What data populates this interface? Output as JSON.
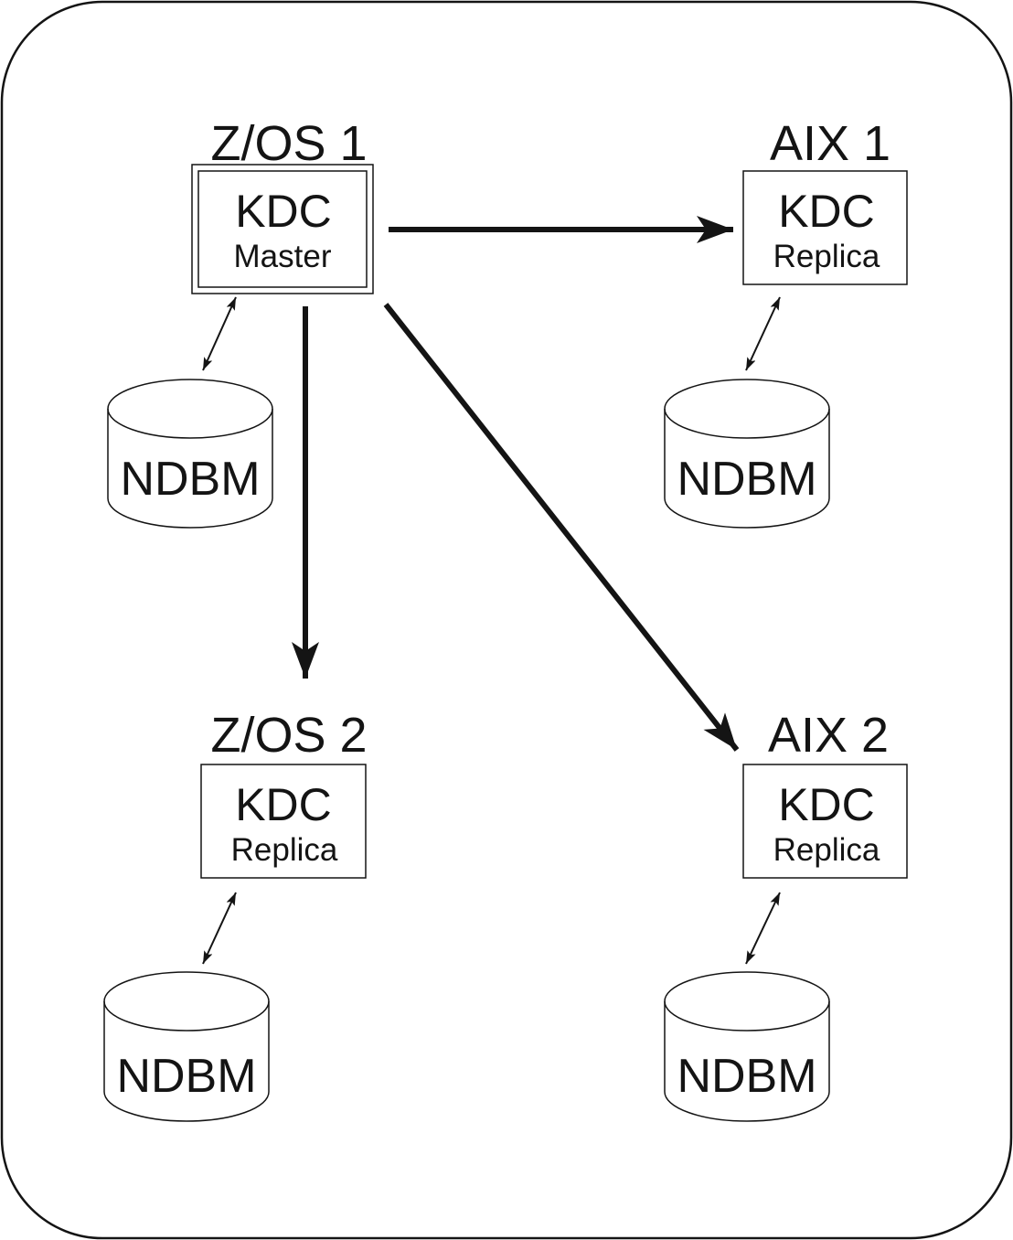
{
  "colors": {
    "line": "#141414",
    "background": "#ffffff"
  },
  "nodes": {
    "zos1": {
      "system": "Z/OS 1",
      "kdc": "KDC",
      "role": "Master",
      "db": "NDBM"
    },
    "aix1": {
      "system": "AIX 1",
      "kdc": "KDC",
      "role": "Replica",
      "db": "NDBM"
    },
    "zos2": {
      "system": "Z/OS 2",
      "kdc": "KDC",
      "role": "Replica",
      "db": "NDBM"
    },
    "aix2": {
      "system": "AIX 2",
      "kdc": "KDC",
      "role": "Replica",
      "db": "NDBM"
    }
  },
  "connections": [
    {
      "from": "zos1",
      "to": "aix1",
      "kind": "replication"
    },
    {
      "from": "zos1",
      "to": "zos2",
      "kind": "replication"
    },
    {
      "from": "zos1",
      "to": "aix2",
      "kind": "replication"
    },
    {
      "from": "zos1",
      "to": "zos1-db",
      "kind": "database-access"
    },
    {
      "from": "aix1",
      "to": "aix1-db",
      "kind": "database-access"
    },
    {
      "from": "zos2",
      "to": "zos2-db",
      "kind": "database-access"
    },
    {
      "from": "aix2",
      "to": "aix2-db",
      "kind": "database-access"
    }
  ]
}
